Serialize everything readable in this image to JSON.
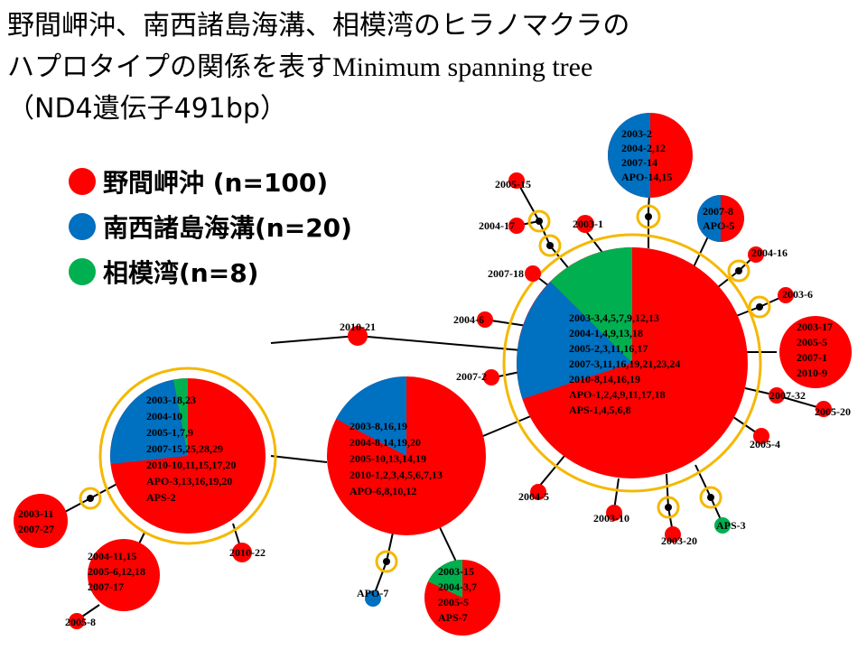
{
  "title": {
    "line1": "野間岬沖、南西諸島海溝、相模湾のヒラノマクラの",
    "line2_jp": "ハプロタイプの関係を表す",
    "line2_en": "Minimum spanning tree",
    "line3": "（ND4遺伝子491bp）"
  },
  "legend": [
    {
      "label": "野間岬沖 (n=100)",
      "color": "#ff0000"
    },
    {
      "label": "南西諸島海溝(n=20)",
      "color": "#0070c0"
    },
    {
      "label": "相模湾(n=8)",
      "color": "#00b050"
    }
  ],
  "colors": {
    "noma": "#ff0000",
    "nansei": "#0070c0",
    "sagami": "#00b050",
    "ring": "#f5b800",
    "edge": "#000000"
  },
  "haplotypes": {
    "main": [
      "2003-3,4,5,7,9,12,13",
      "2004-1,4,9,13,18",
      "2005-2,3,11,16,17",
      "2007-3,11,16,19,21,23,24",
      "2010-8,14,16,19",
      "APO-1,2,4,9,11,17,18",
      "APS-1,4,5,6,8"
    ],
    "left": [
      "2003-18,23",
      "2004-10",
      "2005-1,7,9",
      "2007-15,25,28,29",
      "2010-10,11,15,17,20",
      "APO-3,13,16,19,20",
      "APS-2"
    ],
    "middle": [
      "2003-8,16,19",
      "2004-8,14,19,20",
      "2005-10,13,14,19",
      "2010-1,2,3,4,5,6,7,13",
      "APO-6,8,10,12"
    ],
    "top": [
      "2003-2",
      "2004-2,12",
      "2007-14",
      "APO-14,15"
    ],
    "right_big": [
      "2003-17",
      "2005-5",
      "2007-1",
      "2010-9"
    ],
    "bottom_mix": [
      "2003-15",
      "2004-3,7",
      "2005-5",
      "APS-7"
    ],
    "lower_left": [
      "2004-11,15",
      "2005-6,12,18",
      "2007-17"
    ],
    "far_left": [
      "2003-11",
      "2007-27"
    ],
    "small_mix": [
      "2007-8",
      "APO-5"
    ],
    "singles": {
      "s2005_15": "2005-15",
      "s2004_17": "2004-17",
      "s2003_1": "2003-1",
      "s2007_18": "2007-18",
      "s2004_6": "2004-6",
      "s2007_2": "2007-2",
      "s2010_21": "2010-21",
      "s2004_16": "2004-16",
      "s2003_6": "2003-6",
      "s2007_32": "2007-32",
      "s2005_20": "2005-20",
      "s2005_4": "2005-4",
      "sAPS_3": "APS-3",
      "s2003_20": "2003-20",
      "s2003_10": "2003-10",
      "s2004_5": "2004-5",
      "s2010_22": "2010-22",
      "sAPO_7": "APO-7",
      "s2005_8": "2005-8"
    }
  }
}
